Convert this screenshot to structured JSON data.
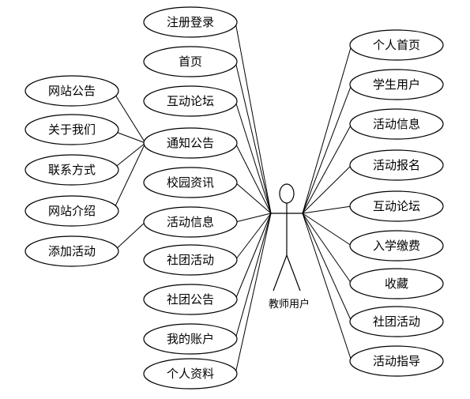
{
  "actor": {
    "name": "教师用户"
  },
  "center_column": [
    "注册登录",
    "首页",
    "互动论坛",
    "通知公告",
    "校园资讯",
    "活动信息",
    "社团活动",
    "社团公告",
    "我的账户",
    "个人资料"
  ],
  "left_column": [
    "网站公告",
    "关于我们",
    "联系方式",
    "网站介绍",
    "添加活动"
  ],
  "right_column": [
    "个人首页",
    "学生用户",
    "活动信息",
    "活动报名",
    "互动论坛",
    "入学缴费",
    "收藏",
    "社团活动",
    "活动指导"
  ],
  "sub_links": [
    {
      "from": "left_column.0",
      "to": "center_column.3"
    },
    {
      "from": "left_column.1",
      "to": "center_column.3"
    },
    {
      "from": "left_column.2",
      "to": "center_column.3"
    },
    {
      "from": "left_column.3",
      "to": "center_column.3"
    },
    {
      "from": "left_column.4",
      "to": "center_column.5"
    }
  ]
}
